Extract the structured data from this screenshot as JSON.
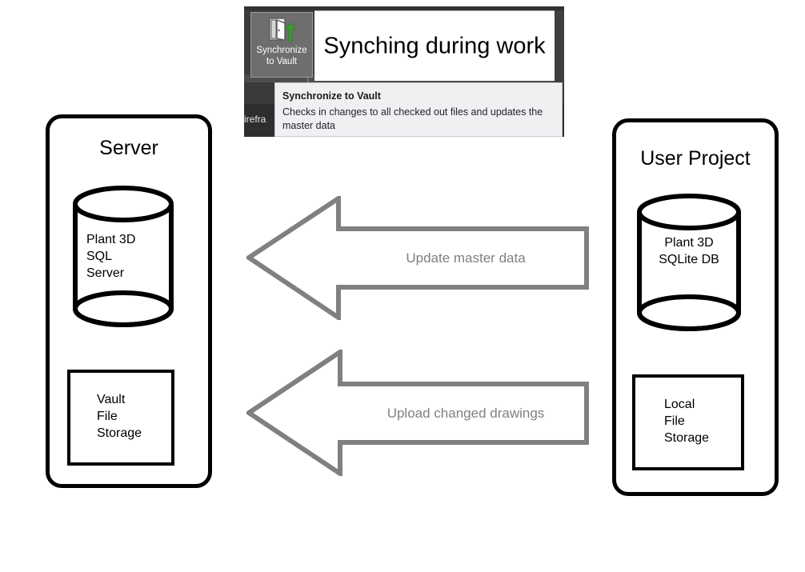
{
  "ribbon": {
    "button": {
      "icon": "synchronize-to-vault-icon",
      "label": "Synchronize\nto Vault"
    },
    "title_card": {
      "text": "Synching during work"
    },
    "partial_word": "irefra",
    "tooltip": {
      "title": "Synchronize to Vault",
      "body": "Checks in changes to all checked out files and updates the master data"
    }
  },
  "diagram": {
    "server_panel": {
      "title": "Server",
      "cylinder_label": "Plant 3D\nSQL\nServer",
      "storage_label": "Vault\nFile\nStorage"
    },
    "project_panel": {
      "title": "User Project",
      "cylinder_label": "Plant 3D\nSQLite DB",
      "storage_label": "Local\nFile\nStorage"
    },
    "arrows": [
      {
        "label": "Update master data",
        "direction": "left"
      },
      {
        "label": "Upload changed drawings",
        "direction": "left"
      }
    ]
  },
  "colors": {
    "stroke": "#000000",
    "arrow": "#808080",
    "arrow_text": "#808080",
    "ribbon_dark": "#3c3c3c",
    "button_face": "#6e6e6e",
    "tooltip_bg": "#f0f0f3",
    "icon_green": "#3c9a35"
  }
}
